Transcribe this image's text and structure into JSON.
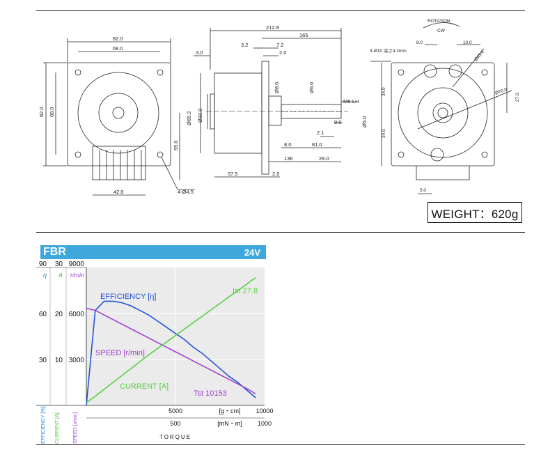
{
  "drawing": {
    "dims": {
      "front_width_outer": "82.0",
      "front_width_inner": "68.0",
      "front_height_outer": "82.0",
      "front_height_inner": "68.0",
      "front_bottom_offset": "55.0",
      "hole_callout": "4-Ø4.5",
      "front_connector_width": "42.0",
      "side_total": "212.9",
      "side_shaft_len": "165",
      "side_flange": "3.0",
      "side_a": "3.2",
      "side_b": "7.2",
      "side_c": "2.0",
      "side_body_dia": "Ø65.2",
      "side_bore": "Ø32.0",
      "side_shaft_dia1": "Ø8.0",
      "side_shaft_dia2": "Ø6.0",
      "side_thread": "M6-LH",
      "side_tip_dia": "Ø5.0",
      "side_tip_len": "9.0",
      "side_d": "2.1",
      "side_e": "8.0",
      "side_f": "81.0",
      "side_g": "136",
      "side_h": "29.0",
      "side_body_len": "37.5",
      "side_i": "2.0",
      "rear_rotation": "ROTATION",
      "rear_cw": "CW",
      "rear_bolt": "3-Ø10 深さ4.2mm",
      "rear_w1": "8.0",
      "rear_w2": "10.0",
      "rear_dia1": "Ø43.0",
      "rear_dia2": "Ø70.0",
      "rear_h1": "34.0",
      "rear_h2": "34.0",
      "rear_right": "27.0",
      "rear_tab": "5.0"
    },
    "weight": "WEIGHT：620g"
  },
  "banner": {
    "name": "FBR",
    "voltage": "24V"
  },
  "chart_data": {
    "type": "line",
    "x": [
      0,
      500,
      1000,
      1500,
      2000,
      2500,
      3000,
      3500,
      4000,
      4500,
      5000,
      5500,
      6000,
      6500,
      7000,
      7500,
      8000,
      8500,
      9000,
      9500
    ],
    "xlim": [
      0,
      10000
    ],
    "x_ticks": [
      "5000",
      "10000"
    ],
    "x_ticks_mn": [
      "500",
      "1000"
    ],
    "x_unit": "[g・cm]",
    "x_unit_mn": "[mN・m]",
    "xlabel": "TORQUE",
    "axes": {
      "efficiency": {
        "symbol": "η",
        "ticks": [
          "90",
          "60",
          "30"
        ],
        "ylim": [
          0,
          90
        ],
        "label": "EFFICIENCY [%]",
        "color": "#1a7fd6"
      },
      "current": {
        "symbol": "A",
        "ticks": [
          "30",
          "20",
          "10"
        ],
        "ylim": [
          0,
          30
        ],
        "label": "CURRENT [A]",
        "color": "#44c233"
      },
      "speed": {
        "symbol": "r/min",
        "ticks": [
          "9000",
          "6000",
          "3000"
        ],
        "ylim": [
          0,
          9000
        ],
        "label": "SPEED [r/min]",
        "color": "#9a3ec6"
      }
    },
    "series": [
      {
        "name": "EFFICIENCY [η]",
        "axis": "efficiency",
        "color": "#2252d8",
        "values": [
          0,
          62,
          68,
          68,
          67,
          65,
          62,
          59,
          55,
          51,
          47,
          43,
          38,
          34,
          29,
          24,
          19,
          15,
          10,
          5
        ]
      },
      {
        "name": "SPEED [r/min]",
        "axis": "speed",
        "color": "#a03ed0",
        "values": [
          6340,
          6200,
          5900,
          5600,
          5300,
          5000,
          4700,
          4400,
          4100,
          3800,
          3500,
          3200,
          2900,
          2600,
          2300,
          2000,
          1700,
          1400,
          1100,
          750
        ]
      },
      {
        "name": "CURRENT [A]",
        "axis": "current",
        "color": "#58d043",
        "values": [
          0.6,
          2.0,
          3.5,
          5.0,
          6.5,
          8.0,
          9.5,
          11.0,
          12.4,
          13.8,
          15.2,
          16.6,
          18.0,
          19.4,
          20.8,
          22.2,
          23.6,
          25.0,
          26.4,
          27.8
        ]
      }
    ],
    "annotations": {
      "ist": "Ist 27.8",
      "tst": "Tst 10153"
    },
    "grid": true
  }
}
